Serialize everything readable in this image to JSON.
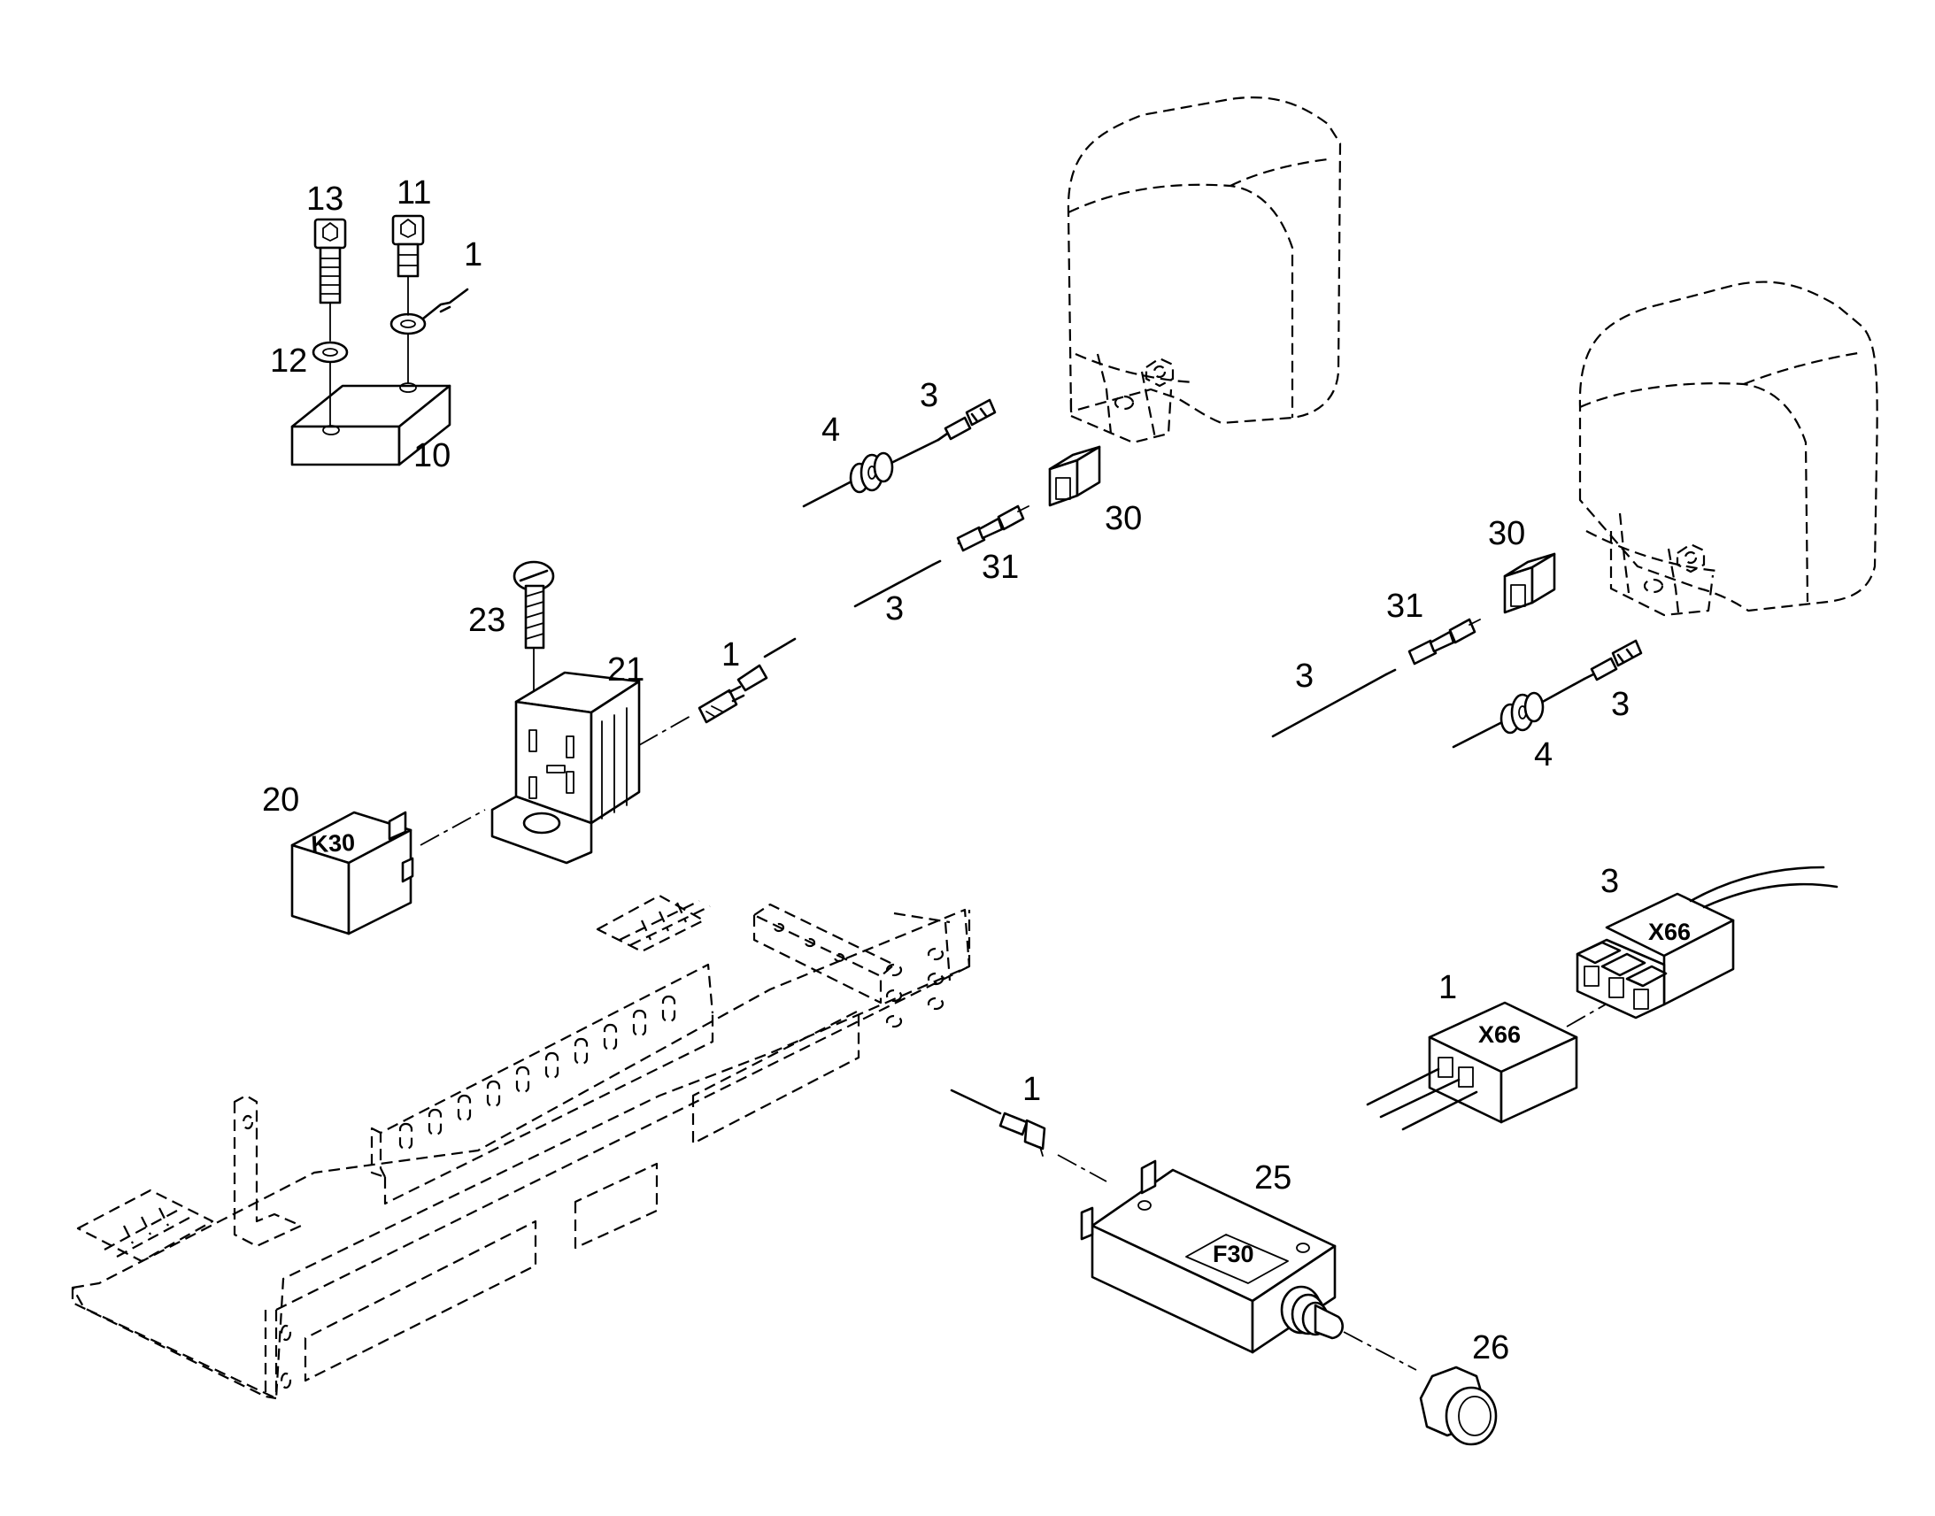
{
  "callouts": {
    "c13": "13",
    "c11": "11",
    "c1_top": "1",
    "c12": "12",
    "c10": "10",
    "c4_mid": "4",
    "c3_mid_top": "3",
    "c30_mid": "30",
    "c31_mid": "31",
    "c3_mid_low": "3",
    "c23": "23",
    "c21": "21",
    "c1_mid": "1",
    "c20": "20",
    "c30_right": "30",
    "c31_right": "31",
    "c3_right_wire": "3",
    "c3_right_conn": "3",
    "c4_right": "4",
    "c3_x66": "3",
    "c1_x66": "1",
    "c1_fuse": "1",
    "c25": "25",
    "c26": "26"
  },
  "part_tags": {
    "relay": "K30",
    "connector_male": "X66",
    "connector_female": "X66",
    "circuit_breaker": "F30"
  }
}
